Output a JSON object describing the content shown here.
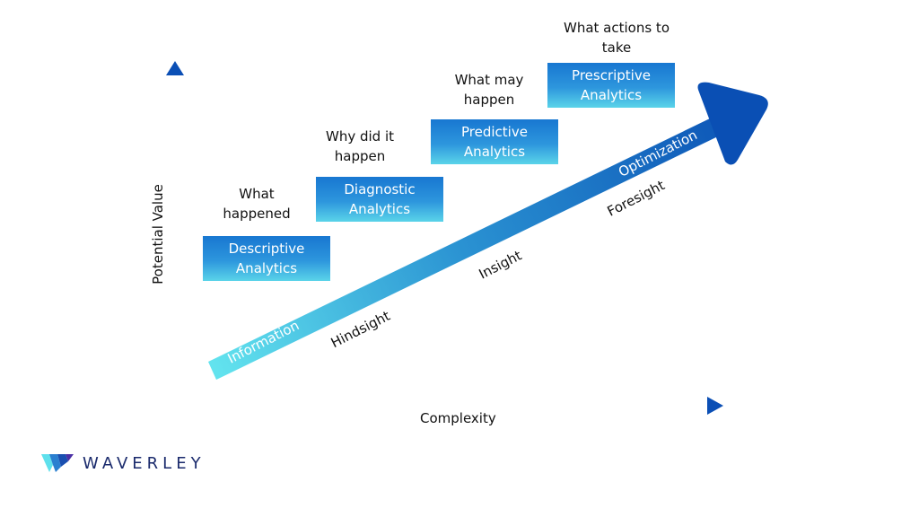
{
  "axes": {
    "x_label": "Complexity",
    "y_label": "Potential Value"
  },
  "stages": [
    {
      "line1": "Descriptive",
      "line2": "Analytics",
      "q1": "What",
      "q2": "happened"
    },
    {
      "line1": "Diagnostic",
      "line2": "Analytics",
      "q1": "Why did it",
      "q2": "happen"
    },
    {
      "line1": "Predictive",
      "line2": "Analytics",
      "q1": "What may",
      "q2": "happen"
    },
    {
      "line1": "Prescriptive",
      "line2": "Analytics",
      "q1": "What actions to",
      "q2": "take"
    }
  ],
  "arrow_labels": {
    "information": "Information",
    "optimization": "Optimization"
  },
  "outcome_labels": {
    "hindsight": "Hindsight",
    "insight": "Insight",
    "foresight": "Foresight"
  },
  "brand": {
    "name": "WAVERLEY",
    "logo_icon": "waverley-logo-icon"
  },
  "colors": {
    "dark_blue": "#0b4fb5",
    "light_cyan": "#5ee0ec",
    "brand_navy": "#1a2a6c"
  }
}
